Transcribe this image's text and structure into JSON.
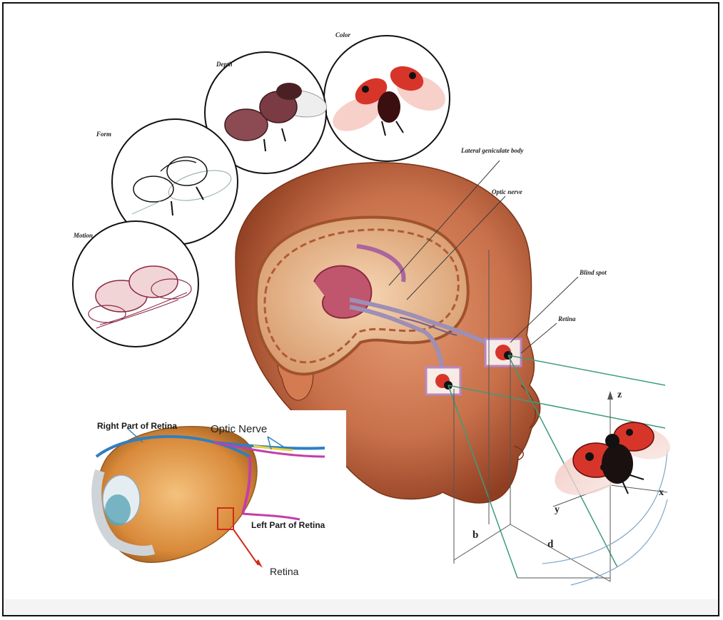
{
  "figure": {
    "visual_pathway_labels": {
      "color": "Color",
      "depth": "Depth",
      "form": "Form",
      "motion": "Motion",
      "lateral_geniculate_body": "Lateral geniculate body",
      "optic_nerve": "Optic nerve",
      "blind_spot": "Blind spot",
      "retina": "Retina"
    },
    "eye_inset_labels": {
      "right_part_of_retina": "Right Part of Retina",
      "optic_nerve": "Optic Nerve",
      "left_part_of_retina": "Left Part of Retina",
      "retina": "Retina"
    },
    "geometry_labels": {
      "z": "z",
      "y": "y",
      "x": "x",
      "b": "b",
      "d": "d"
    },
    "colors": {
      "head_skin": "#c8704a",
      "brain_tissue": "#e8b98f",
      "brain_outline": "#a0522d",
      "ladybug_red": "#d8352a",
      "optic_nerve_purple": "#9b4fa0",
      "retina_blue": "#2f7fc1",
      "retina_magenta": "#c23fa8",
      "guide_green": "#3e9c7a",
      "inset_orange": "#d98a3a"
    }
  }
}
